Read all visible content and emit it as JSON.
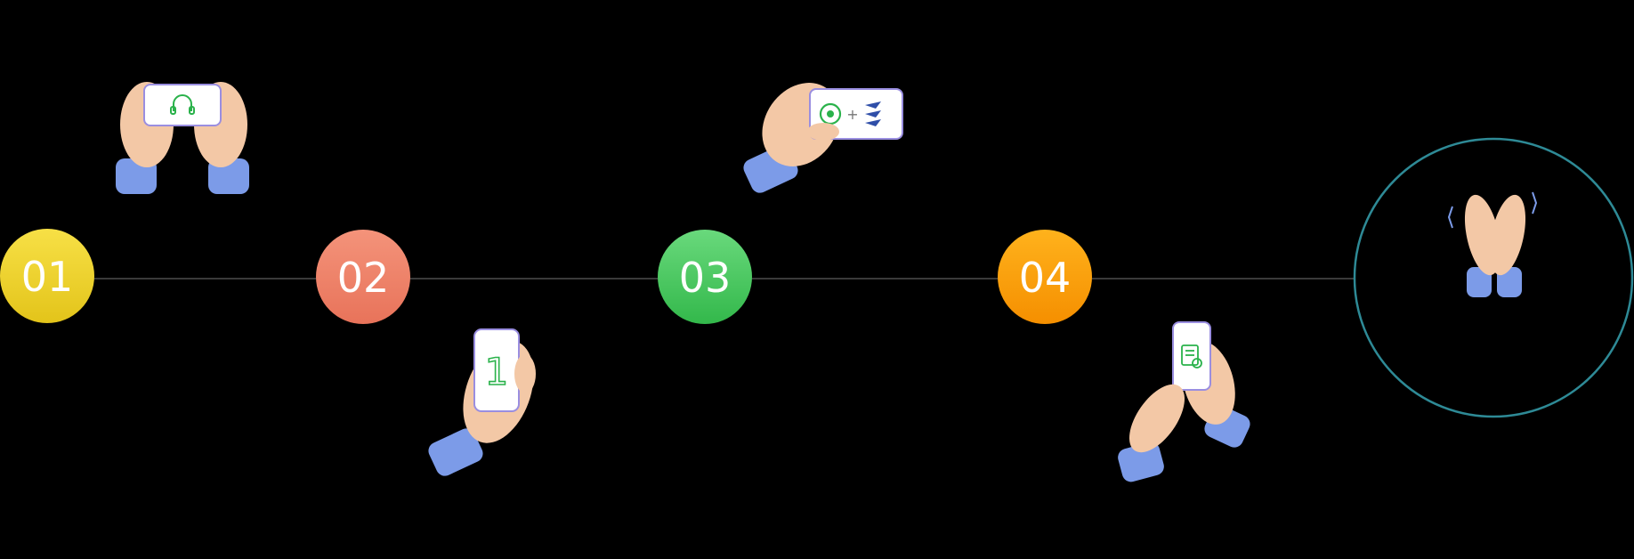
{
  "steps": [
    {
      "number": "01",
      "illustration": "hands-holding-phone-landscape-headset-icon",
      "color_top": "#f7e046",
      "color_bottom": "#e3c41a"
    },
    {
      "number": "02",
      "illustration": "hand-holding-phone-portrait-number-1",
      "color_top": "#f4937a",
      "color_bottom": "#e8735a"
    },
    {
      "number": "03",
      "illustration": "hand-holding-phone-whatsapp-plus-logo",
      "color_top": "#69d97c",
      "color_bottom": "#33b84b"
    },
    {
      "number": "04",
      "illustration": "hands-tapping-phone-document-icon",
      "color_top": "#ffb21c",
      "color_bottom": "#f58f00"
    }
  ],
  "final": {
    "illustration": "clapping-hands-icon",
    "ring_color": "#2e8a96"
  },
  "phone_labels": {
    "step2_digit": "1",
    "step3_plus": "+"
  },
  "colors": {
    "line": "#3a3a3a",
    "skin": "#f3c8a6",
    "sleeve": "#7c9be8",
    "phone_border": "#9a8ee0",
    "icon_green": "#2ab24b"
  }
}
